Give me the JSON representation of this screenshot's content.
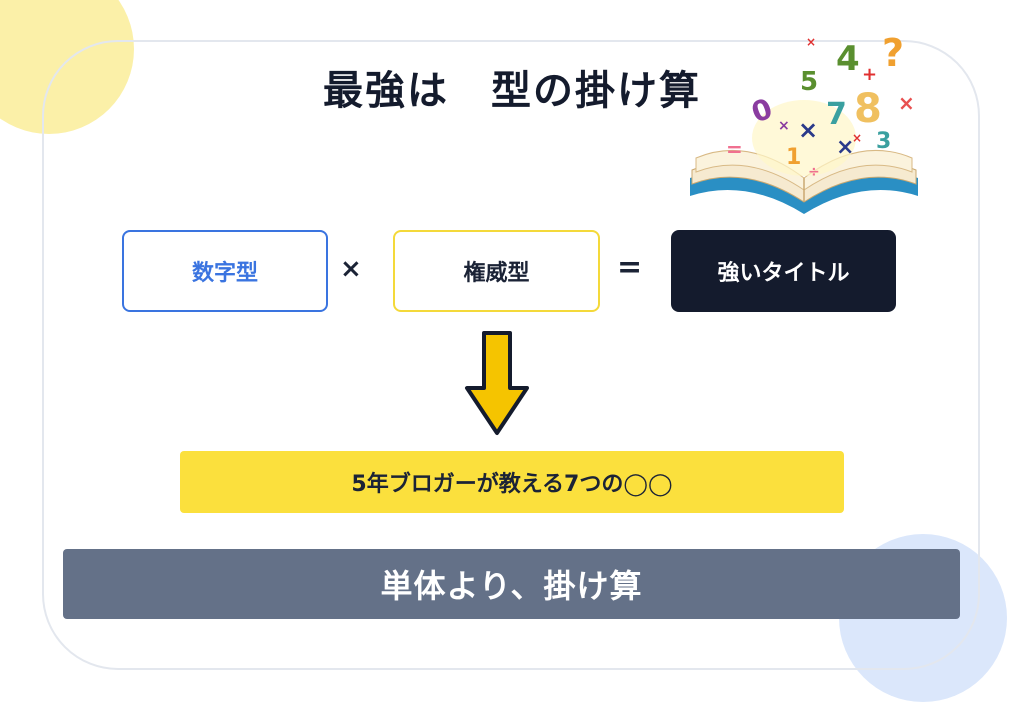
{
  "title": "最強は　型の掛け算",
  "formula": {
    "box1": "数字型",
    "operator_times": "×",
    "box2": "権威型",
    "operator_equals": "=",
    "result": "強いタイトル"
  },
  "example": "5年ブロガーが教える7つの◯◯",
  "conclusion": "単体より、掛け算",
  "colors": {
    "blue_accent": "#3a74e0",
    "yellow_accent": "#fbe03d",
    "dark": "#141b2d",
    "slate": "#647188",
    "arrow_fill": "#f5c400"
  },
  "illustration": "open-book-with-flying-numbers-icon"
}
